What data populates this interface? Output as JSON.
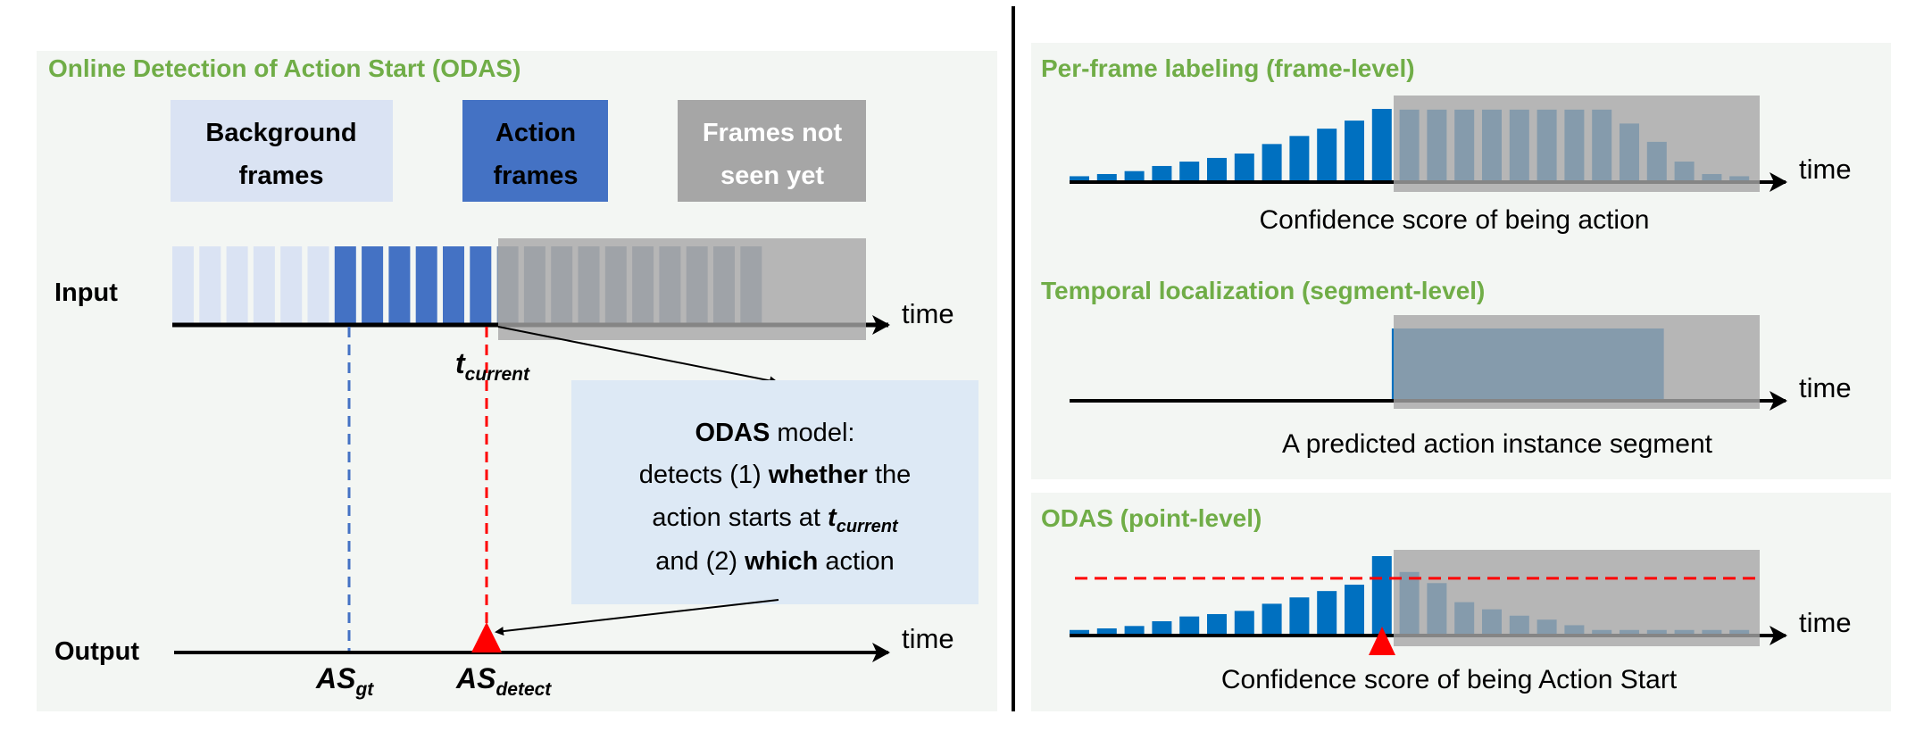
{
  "left": {
    "title": "Online Detection of Action Start (ODAS)",
    "legend": {
      "background": [
        "Background",
        "frames"
      ],
      "action": [
        "Action",
        "frames"
      ],
      "unseen": [
        "Frames not",
        "seen yet"
      ]
    },
    "input_label": "Input",
    "output_label": "Output",
    "time_label": "time",
    "t_current": {
      "main": "t",
      "sub": "current"
    },
    "as_gt": {
      "main": "AS",
      "sub": "gt"
    },
    "as_detect": {
      "main": "AS",
      "sub": "detect"
    },
    "frames": {
      "background_count": 6,
      "action_count": 6,
      "unseen_count": 10
    },
    "model_box": {
      "line1_bold": "ODAS",
      "line1_rest": " model:",
      "line2_pre": "detects (1) ",
      "line2_bold": "whether",
      "line2_post": " the",
      "line3_pre": "action starts at ",
      "line3_t": "t",
      "line3_sub": "current",
      "line4_pre": "and (2) ",
      "line4_bold": "which",
      "line4_post": " action"
    }
  },
  "right": {
    "frame_level": {
      "title": "Per-frame labeling (frame-level)",
      "time_label": "time",
      "caption": "Confidence score of being action"
    },
    "segment_level": {
      "title": "Temporal localization (segment-level)",
      "time_label": "time",
      "caption": "A predicted action instance segment"
    },
    "point_level": {
      "title": "ODAS (point-level)",
      "time_label": "time",
      "caption": "Confidence score of being Action Start"
    }
  },
  "colors": {
    "green": "#70ad47",
    "background_frame": "#dae3f3",
    "action_frame": "#4472c4",
    "unseen": "#a6a6a6",
    "score_bar": "#0070c0",
    "red": "#ff0000",
    "panel": "#f3f6f3"
  },
  "chart_data": [
    {
      "type": "bar",
      "title": "Per-frame labeling (frame-level)",
      "xlabel": "time",
      "ylabel": "Confidence score of being action",
      "observed_count": 12,
      "values": [
        0.08,
        0.11,
        0.15,
        0.22,
        0.28,
        0.33,
        0.39,
        0.52,
        0.63,
        0.73,
        0.84,
        1.0,
        0.99,
        0.99,
        0.99,
        0.99,
        0.99,
        0.99,
        0.99,
        0.99,
        0.8,
        0.55,
        0.28,
        0.11,
        0.08
      ],
      "ylim": [
        0,
        1
      ]
    },
    {
      "type": "bar",
      "title": "Temporal localization (segment-level)",
      "xlabel": "time",
      "segment": {
        "start": 0.45,
        "end": 0.83,
        "current": 0.59
      }
    },
    {
      "type": "bar",
      "title": "ODAS (point-level)",
      "xlabel": "time",
      "ylabel": "Confidence score of being Action Start",
      "observed_count": 12,
      "threshold": 0.72,
      "values": [
        0.07,
        0.09,
        0.12,
        0.18,
        0.24,
        0.27,
        0.31,
        0.4,
        0.48,
        0.56,
        0.64,
        1.0,
        0.8,
        0.66,
        0.42,
        0.33,
        0.25,
        0.2,
        0.13,
        0.07,
        0.07,
        0.07,
        0.07,
        0.07,
        0.07
      ],
      "ylim": [
        0,
        1
      ]
    }
  ]
}
